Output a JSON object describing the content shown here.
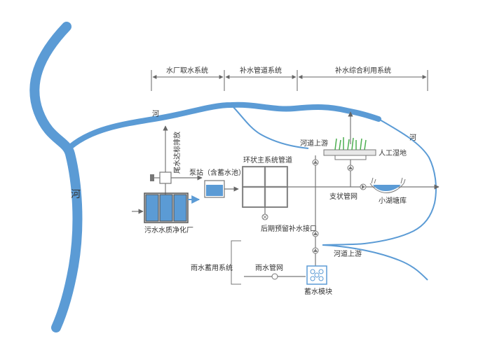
{
  "colors": {
    "river": "#5b9bd5",
    "water_fill": "#5b9bd5",
    "line": "#777777",
    "line_dark": "#555555",
    "grid_fill": "#e8e8e8",
    "plant_fill": "#5b9bd5",
    "wetland_plant": "#4caf50",
    "arrow_blue": "#5b9bd5"
  },
  "sections": [
    {
      "label": "水厂取水系统"
    },
    {
      "label": "补水管道系统"
    },
    {
      "label": "补水综合利用系统"
    }
  ],
  "labels": {
    "river_main": "河",
    "river_top": "河",
    "river_right": "河",
    "discharge": "尾水达标排放",
    "pump_station": "泵站（含蓄水池）",
    "ring_pipe": "环状主系统管道",
    "reserve_interface": "后期预留补水接口",
    "plant": "污水水质净化厂",
    "upstream_1": "河道上游",
    "upstream_2": "河道上游",
    "wetland": "人工湿地",
    "branch_pipe": "支状管网",
    "lake": "小湖塘库",
    "rain_system": "雨水蓄用系统",
    "rain_pipe": "雨水管网",
    "storage_module": "蓄水模块"
  }
}
